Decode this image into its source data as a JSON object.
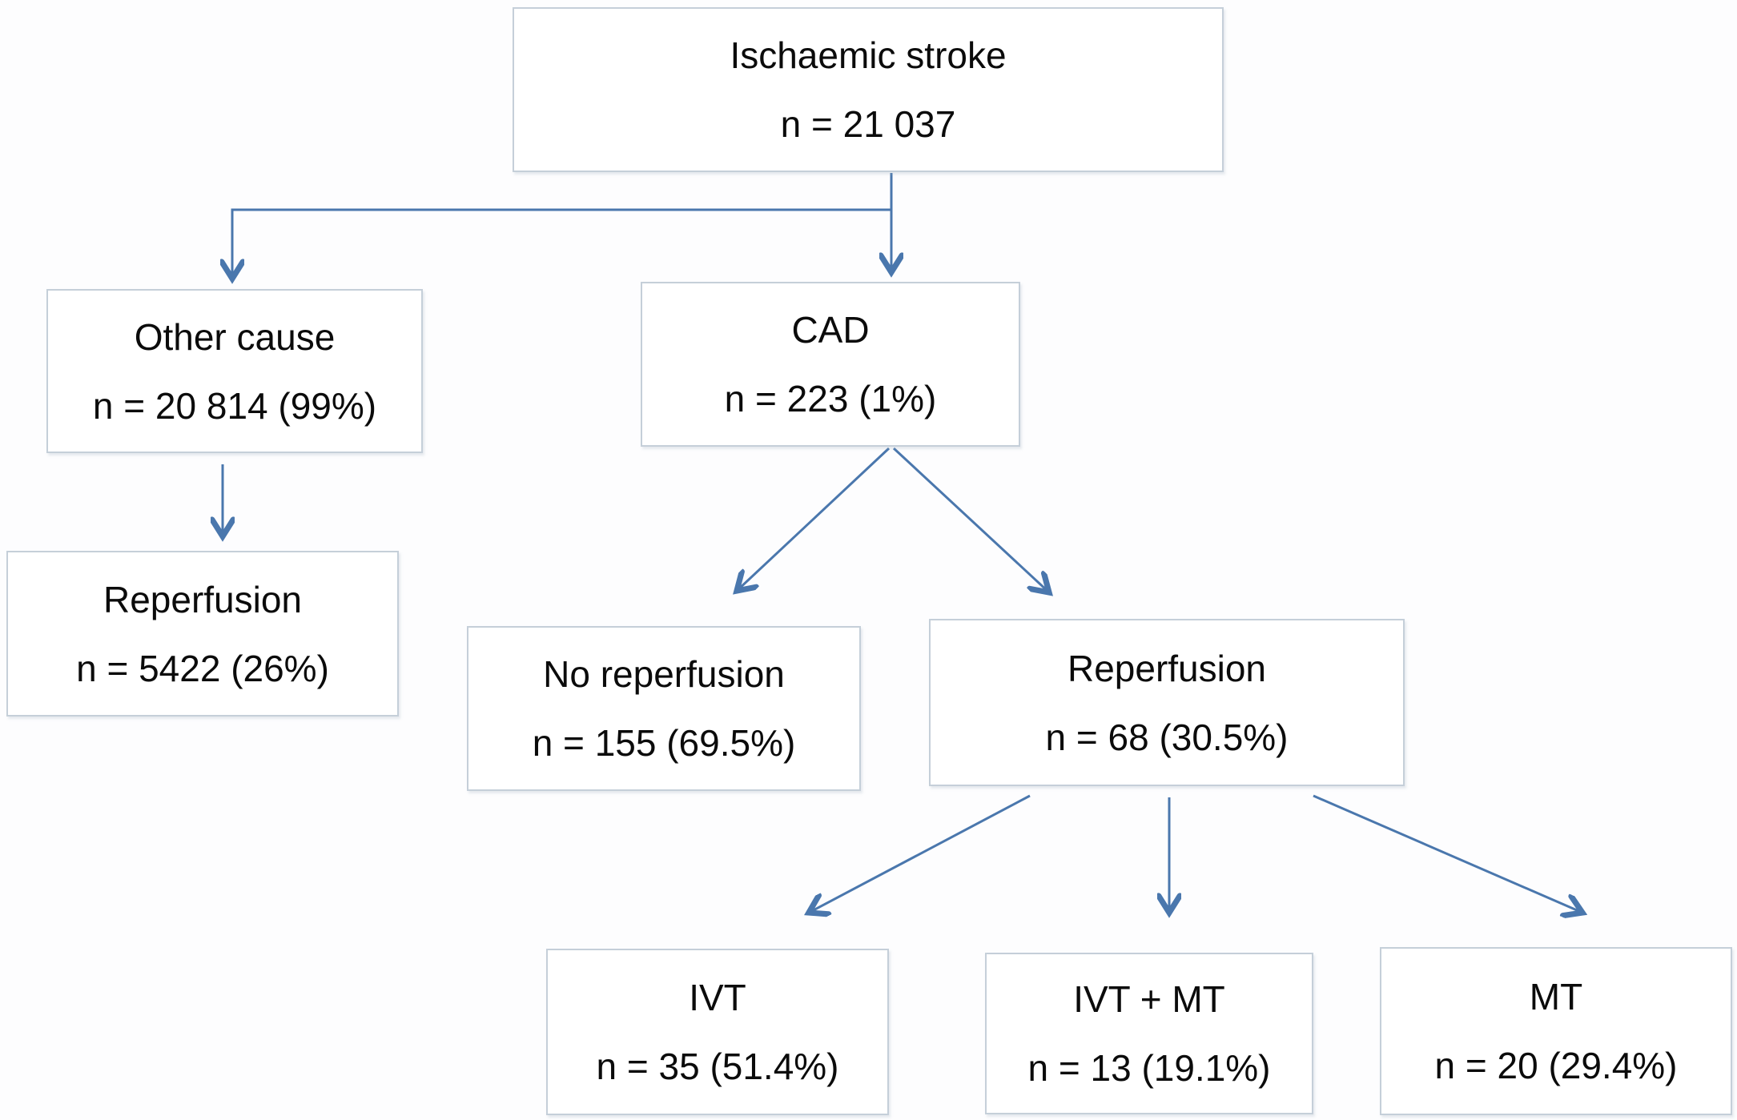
{
  "diagram_type": "flowchart",
  "colors": {
    "connector_blue": "#4a77ad",
    "box_border": "#c5cfd9",
    "box_fill": "#ffffff",
    "text": "#0b0b0b",
    "background": "#fdfdfe"
  },
  "nodes": {
    "root": {
      "label": "Ischaemic stroke",
      "value": "n = 21 037"
    },
    "other_cause": {
      "label": "Other cause",
      "value": "n = 20 814 (99%)"
    },
    "other_reperfusion": {
      "label": "Reperfusion",
      "value": "n = 5422 (26%)"
    },
    "cad": {
      "label": "CAD",
      "value": "n = 223 (1%)"
    },
    "no_reperfusion": {
      "label": "No reperfusion",
      "value": "n = 155 (69.5%)"
    },
    "cad_reperfusion": {
      "label": "Reperfusion",
      "value": "n = 68 (30.5%)"
    },
    "ivt": {
      "label": "IVT",
      "value": "n = 35 (51.4%)"
    },
    "ivt_mt": {
      "label": "IVT + MT",
      "value": "n = 13 (19.1%)"
    },
    "mt": {
      "label": "MT",
      "value": "n = 20 (29.4%)"
    }
  },
  "edges": [
    {
      "from": "root",
      "to": "other_cause"
    },
    {
      "from": "root",
      "to": "cad"
    },
    {
      "from": "other_cause",
      "to": "other_reperfusion"
    },
    {
      "from": "cad",
      "to": "no_reperfusion"
    },
    {
      "from": "cad",
      "to": "cad_reperfusion"
    },
    {
      "from": "cad_reperfusion",
      "to": "ivt"
    },
    {
      "from": "cad_reperfusion",
      "to": "ivt_mt"
    },
    {
      "from": "cad_reperfusion",
      "to": "mt"
    }
  ]
}
